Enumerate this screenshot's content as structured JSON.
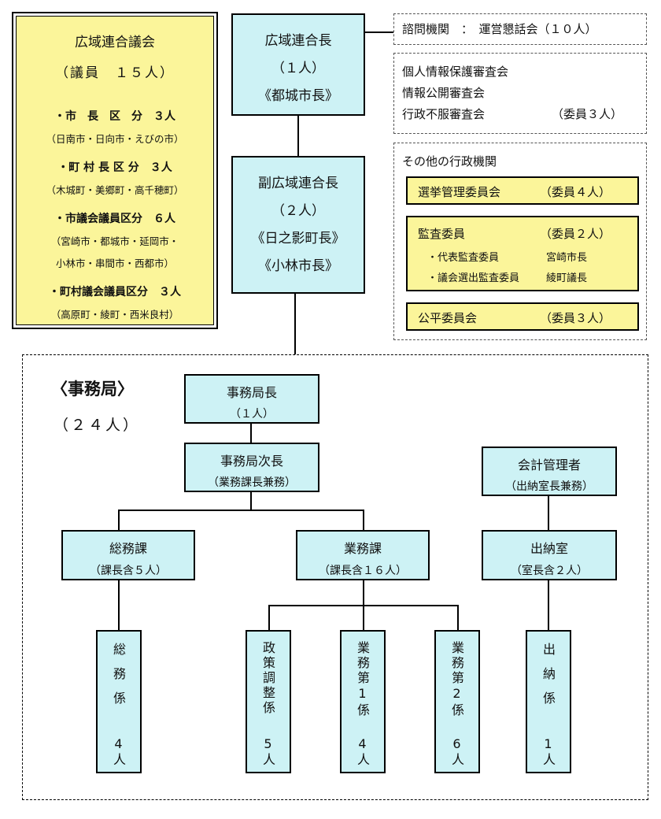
{
  "assembly": {
    "title": "広域連合議会",
    "count": "（議員　１５人）",
    "groups": [
      {
        "label": "・市　長　区　分　３人",
        "members": [
          "（日南市・日向市・えびの市）"
        ]
      },
      {
        "label": "・町 村 長 区 分　３人",
        "members": [
          "（木城町・美郷町・高千穂町）"
        ]
      },
      {
        "label": "・市議会議員区分　６人",
        "members": [
          "（宮崎市・都城市・延岡市・",
          "小林市・串間市・西都市）"
        ]
      },
      {
        "label": "・町村議会議員区分　３人",
        "members": [
          "（高原町・綾町・西米良村）"
        ]
      }
    ]
  },
  "chief": {
    "title": "広域連合長",
    "count": "（１人）",
    "holder": "《都城市長》"
  },
  "vice": {
    "title": "副広域連合長",
    "count": "（２人）",
    "holders": [
      "《日之影町長》",
      "《小林市長》"
    ]
  },
  "advisory": {
    "label": "諮問機関　：　運営懇話会（１０人）"
  },
  "review": {
    "items": [
      "個人情報保護審査会",
      "情報公開審査会",
      "行政不服審査会"
    ],
    "count": "（委員３人）"
  },
  "others": {
    "title": "その他の行政機関",
    "election": {
      "name": "選挙管理委員会",
      "count": "（委員４人）"
    },
    "audit": {
      "name": "監査委員",
      "count": "（委員２人）",
      "details": [
        {
          "role": "・代表監査委員",
          "who": "宮崎市長"
        },
        {
          "role": "・議会選出監査委員",
          "who": "綾町議長"
        }
      ]
    },
    "fairness": {
      "name": "公平委員会",
      "count": "（委員３人）"
    }
  },
  "secretariat": {
    "title": "〈事務局〉",
    "count": "（２４人）",
    "director": {
      "title": "事務局長",
      "count": "（１人）"
    },
    "deputy": {
      "title": "事務局次長",
      "note": "（業務課長兼務）"
    },
    "accountant": {
      "title": "会計管理者",
      "note": "（出納室長兼務）"
    },
    "sections": [
      {
        "title": "総務課",
        "note": "（課長含５人）"
      },
      {
        "title": "業務課",
        "note": "（課長含１６人）"
      },
      {
        "title": "出納室",
        "note": "（室長含２人）"
      }
    ],
    "units": [
      {
        "name": "総務係",
        "count": "4人"
      },
      {
        "name": "政策調整係",
        "count": "5人"
      },
      {
        "name": "業務第1係",
        "count": "4人"
      },
      {
        "name": "業務第2係",
        "count": "6人"
      },
      {
        "name": "出納係",
        "count": "1人"
      }
    ]
  }
}
